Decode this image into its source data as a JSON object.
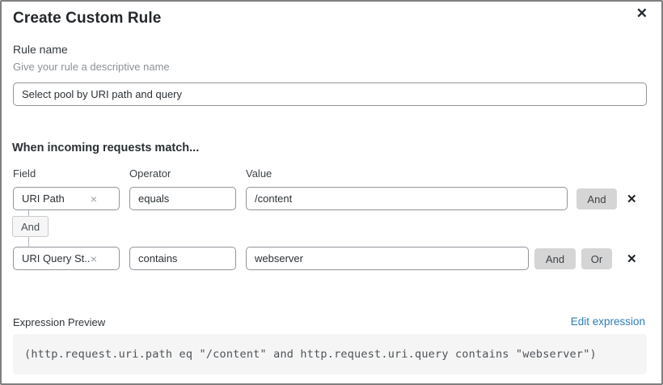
{
  "modal": {
    "title": "Create Custom Rule"
  },
  "icons": {
    "close": "✕",
    "clear": "×",
    "delete": "✕"
  },
  "rule_name": {
    "label": "Rule name",
    "helper": "Give your rule a descriptive name",
    "value": "Select pool by URI path and query"
  },
  "matcher": {
    "heading": "When incoming requests match...",
    "column_labels": {
      "field": "Field",
      "operator": "Operator",
      "value": "Value"
    },
    "connector": "And",
    "rows": [
      {
        "field": "URI Path",
        "operator": "equals",
        "value": "/content",
        "buttons": [
          "And"
        ]
      },
      {
        "field": "URI Query St...",
        "operator": "contains",
        "value": "webserver",
        "buttons": [
          "And",
          "Or"
        ]
      }
    ]
  },
  "expression": {
    "label": "Expression Preview",
    "edit_link": "Edit expression",
    "code": "(http.request.uri.path eq \"/content\" and http.request.uri.query contains \"webserver\")"
  },
  "colors": {
    "link_blue": "#2e7cb8",
    "button_gray": "#d5d5d5",
    "code_background": "#f5f5f5",
    "border_gray": "#90959a"
  }
}
